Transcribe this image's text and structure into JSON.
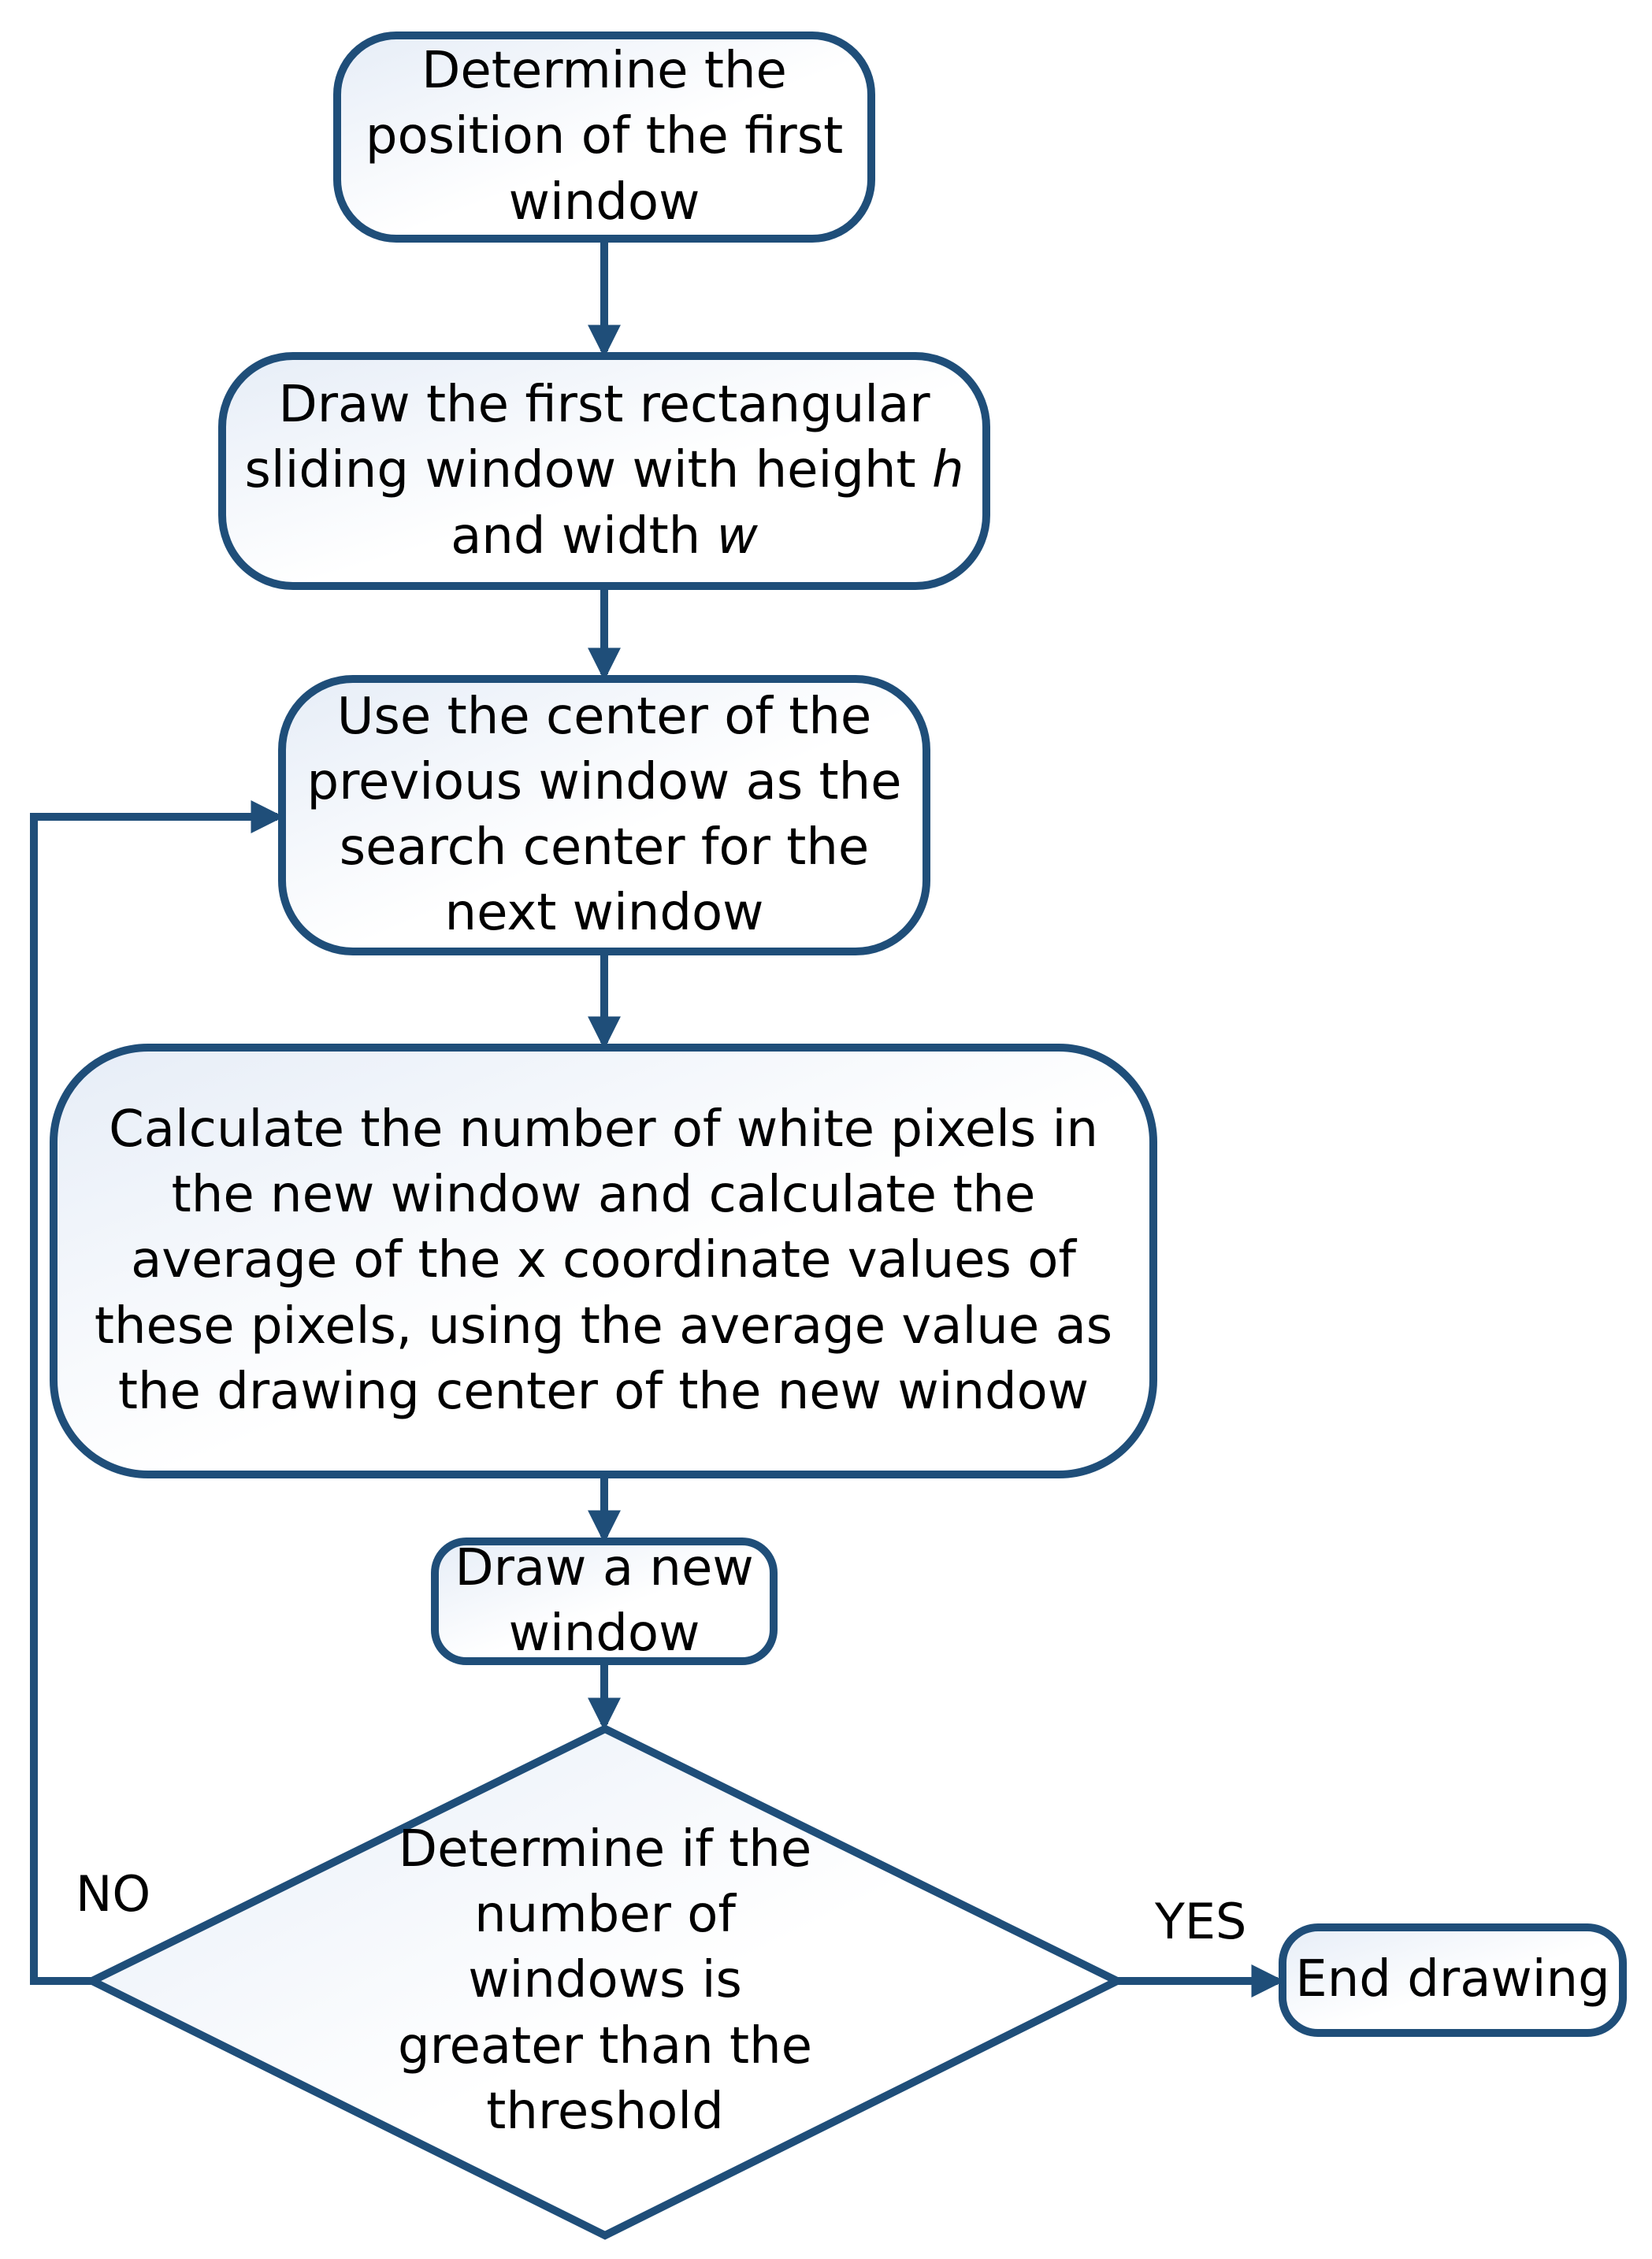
{
  "colors": {
    "stroke": "#1f4e79",
    "fill_light": "#e6edf7",
    "fill_white": "#ffffff",
    "text": "#000000"
  },
  "nodes": {
    "step1": "Determine the position of the first window",
    "step2_main": "Draw the first rectangular sliding window with height ",
    "step2_h": "h",
    "step2_mid": " and width ",
    "step2_w": "w",
    "step3": "Use the center of the previous window as the search center for the next window",
    "step4": "Calculate the number of white pixels in the new window and calculate the average of the x coordinate values of these pixels, using the average value as the drawing center of the new window",
    "step5": "Draw a new window",
    "decision": "Determine if the number of windows is greater than the threshold",
    "end": "End drawing"
  },
  "edges": {
    "no_label": "NO",
    "yes_label": "YES"
  }
}
